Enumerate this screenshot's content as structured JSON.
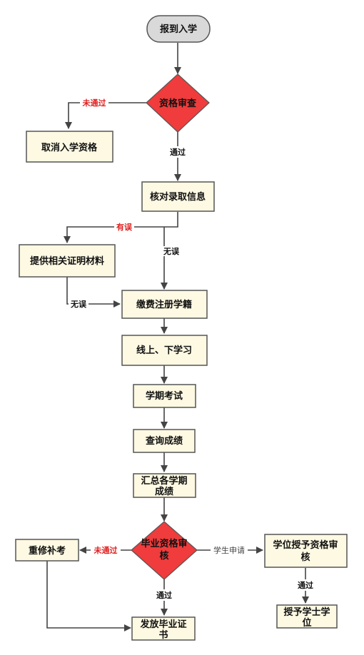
{
  "nodes": {
    "enroll": "报到入学",
    "qual_check": "资格审查",
    "cancel": "取消入学资格",
    "verify_admission": "核对录取信息",
    "proof": "提供相关证明材料",
    "register": "缴费注册学籍",
    "study": "线上、下学习",
    "exam": "学期考试",
    "query_score": "查询成绩",
    "summary_line1": "汇总各学期",
    "summary_line2": "成绩",
    "grad_check_line1": "毕业资格审",
    "grad_check_line2": "核",
    "retake": "重修补考",
    "degree_review_line1": "学位授予资格审",
    "degree_review_line2": "核",
    "diploma_line1": "发放毕业证",
    "diploma_line2": "书",
    "degree_grant_line1": "授予学士学",
    "degree_grant_line2": "位"
  },
  "edges": {
    "qual_fail": "未通过",
    "qual_pass": "通过",
    "info_error": "有误",
    "info_ok_1": "无误",
    "info_ok_2": "无误",
    "grad_fail": "未通过",
    "grad_apply": "学生申请",
    "grad_pass": "通过",
    "degree_pass": "通过"
  },
  "colors": {
    "box_fill": "#fdf9e3",
    "diamond_fill": "#f03c3c",
    "start_fill": "#d9d9d9",
    "line": "#444444",
    "fail_text": "#e02020"
  }
}
